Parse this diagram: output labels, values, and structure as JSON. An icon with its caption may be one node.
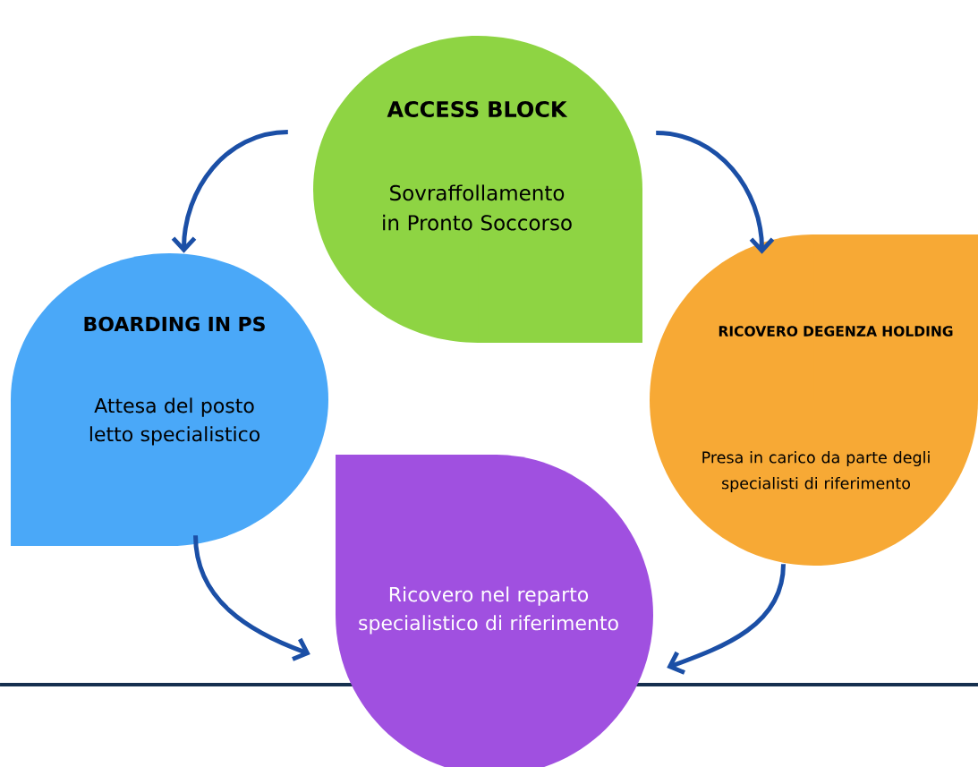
{
  "diagram": {
    "nodes": [
      {
        "text": [
          "ACCESS BLOCK",
          "Sovraffollamento in Pronto Soccorso"
        ]
      },
      {
        "text": [
          "BOARDING IN PS",
          "Attesa del posto letto specialistico"
        ]
      },
      {
        "text": [
          "RICOVERO DEGENZA HOLDING",
          "Presa in carico da parte degli specialisti di riferimento"
        ]
      },
      {
        "text": [
          "Ricovero nel reparto specialistico di riferimento"
        ]
      }
    ],
    "edges": [
      {
        "from": 0,
        "to": 1,
        "arrow": "to"
      },
      {
        "from": 0,
        "to": 2,
        "arrow": "to"
      },
      {
        "from": 1,
        "to": 3,
        "arrow": "to"
      },
      {
        "from": 2,
        "to": 3,
        "arrow": "to"
      }
    ]
  }
}
